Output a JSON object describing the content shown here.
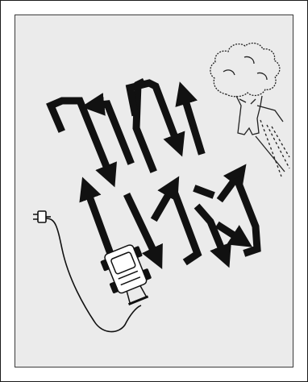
{
  "figure": {
    "description_icon": "lawn-mowing-pattern-illustration",
    "elements": {
      "tree": "tree-icon",
      "mower": "electric-lawn-mower-icon",
      "plug": "power-plug-icon",
      "cord": "power-cord",
      "arrows": "mowing-direction-arrows"
    },
    "colors": {
      "panel_background": "#ebebeb",
      "stroke": "#111111",
      "frame": "#1a1a1a"
    }
  }
}
